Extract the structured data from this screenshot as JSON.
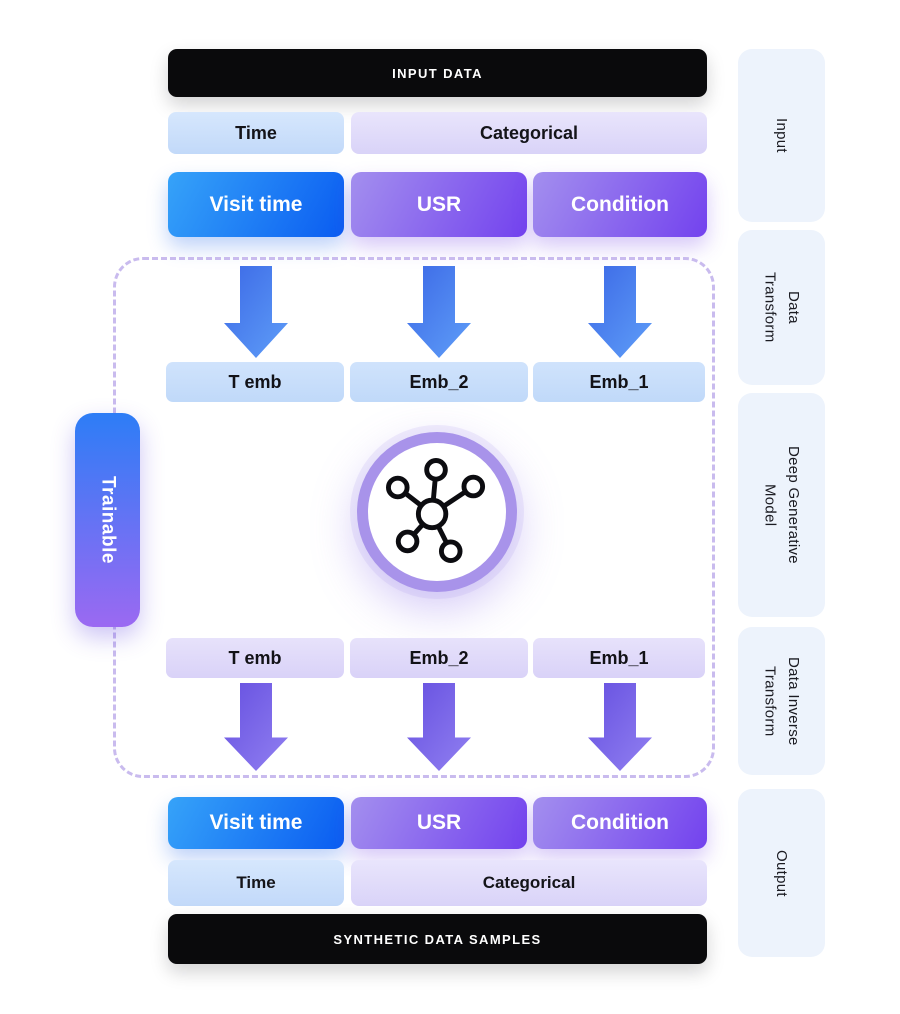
{
  "input": {
    "header": "INPUT DATA",
    "time_group_label": "Time",
    "categorical_group_label": "Categorical",
    "fields": {
      "visit_time": "Visit time",
      "usr": "USR",
      "condition": "Condition"
    }
  },
  "embeddings_top": {
    "t_emb": "T emb",
    "emb_2": "Emb_2",
    "emb_1": "Emb_1"
  },
  "embeddings_bottom": {
    "t_emb": "T emb",
    "emb_2": "Emb_2",
    "emb_1": "Emb_1"
  },
  "output": {
    "fields": {
      "visit_time": "Visit time",
      "usr": "USR",
      "condition": "Condition"
    },
    "time_group_label": "Time",
    "categorical_group_label": "Categorical",
    "footer": "SYNTHETIC DATA SAMPLES"
  },
  "trainable_label": "Trainable",
  "stages": [
    {
      "label": "Input",
      "lines": [
        "Input"
      ]
    },
    {
      "label": "Data Transform",
      "lines": [
        "Data",
        "Transform"
      ]
    },
    {
      "label": "Deep Generative Model",
      "lines": [
        "Deep Generative",
        "Model"
      ]
    },
    {
      "label": "Data Inverse Transform",
      "lines": [
        "Data Inverse",
        "Transform"
      ]
    },
    {
      "label": "Output",
      "lines": [
        "Output"
      ]
    }
  ],
  "icons": {
    "model": "network-graph-icon"
  },
  "colors": {
    "field_blue": "#0a5cf1",
    "field_purple": "#7342ee",
    "chip_light_blue": "#c9ddfa",
    "chip_light_purple": "#ded8f9",
    "arrow_blue": "#4a7ff0",
    "arrow_purple": "#7b64e8",
    "stage_bg": "#edf3fc",
    "dash_border": "#c9bbee",
    "bar_bg": "#0a0a0c",
    "trainable_top": "#2d7df6",
    "trainable_bottom": "#9b69f2"
  }
}
